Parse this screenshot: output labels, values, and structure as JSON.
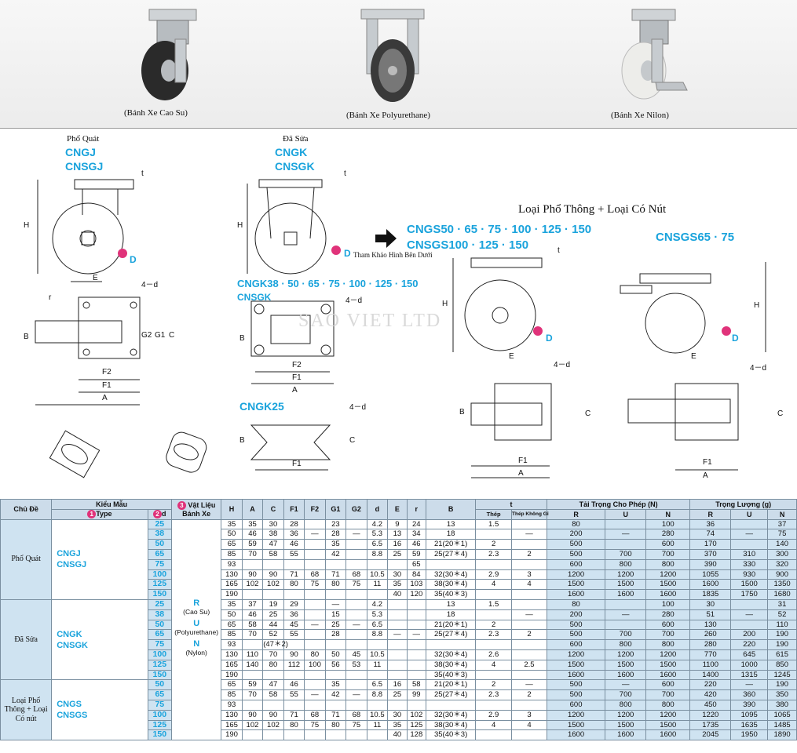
{
  "photos": [
    {
      "caption": "(Bánh Xe Cao Su)",
      "icon": "caster-rubber-photo"
    },
    {
      "caption": "(Bánh Xe Polyurethane)",
      "icon": "caster-polyurethane-photo"
    },
    {
      "caption": "(Bánh Xe Nilon)",
      "icon": "caster-nylon-photo"
    }
  ],
  "drawings": {
    "pho_quat_label": "Phổ Quát",
    "pho_quat_codes": [
      "CNGJ",
      "CNSGJ"
    ],
    "da_sua_label": "Đã Sửa",
    "da_sua_codes": [
      "CNGK",
      "CNSGK"
    ],
    "ref_note": "Tham Khảo Hình Bên Dưới",
    "cngk_series": "CNGK38 · 50 · 65 · 75 · 100 · 125 · 150",
    "cnsgk": "CNSGK",
    "cngk25": "CNGK25",
    "title": "Loại Phổ Thông + Loại Có Nút",
    "cngs_series": "CNGS50 · 65 · 75 · 100 · 125 · 150",
    "cnsgs_series": "CNSGS100 · 125 · 150",
    "cnsgs65": "CNSGS65 · 75",
    "watermark": "SAO VIET LTD",
    "dims": {
      "H": "H",
      "E": "E",
      "D": "D",
      "t": "t",
      "r": "r",
      "B": "B",
      "G1": "G1",
      "G2": "G2",
      "C": "C",
      "F1": "F1",
      "F2": "F2",
      "A": "A",
      "d": "4－d",
      "d2": "d"
    }
  },
  "table": {
    "headers": {
      "chu_de": "Chủ Đề",
      "kieu_mau": "Kiểu Mẫu",
      "type": "Type",
      "d": "d",
      "vat_lieu": "Vật Liệu Bánh Xe",
      "num1": "1",
      "num2": "2",
      "num3": "3",
      "H": "H",
      "A": "A",
      "C": "C",
      "F1": "F1",
      "F2": "F2",
      "G1": "G1",
      "G2": "G2",
      "E": "E",
      "r": "r",
      "B": "B",
      "t": "t",
      "thep": "Thép",
      "thep_khong_gi": "Thép Không Gỉ",
      "tai_trong": "Tải Trọng Cho Phép (N)",
      "R": "R",
      "U": "U",
      "N": "N",
      "trong_luong": "Trọng Lượng (g)"
    },
    "materials": {
      "R": "R",
      "R_name": "(Cao Su)",
      "U": "U",
      "U_name": "(Polyurethane)",
      "N": "N",
      "N_name": "(Nylon)"
    },
    "groups": [
      {
        "section": "Phổ Quát",
        "types": [
          "CNGJ",
          "CNSGJ"
        ],
        "rows": [
          [
            "25",
            "35",
            "35",
            "30",
            "28",
            "",
            "23",
            "",
            "4.2",
            "9",
            "24",
            "13",
            "1.5",
            "",
            "80",
            "",
            "100",
            "36",
            "",
            "37"
          ],
          [
            "38",
            "50",
            "46",
            "38",
            "36",
            "—",
            "28",
            "—",
            "5.3",
            "13",
            "34",
            "18",
            "",
            "—",
            "200",
            "—",
            "280",
            "74",
            "—",
            "75"
          ],
          [
            "50",
            "65",
            "59",
            "47",
            "46",
            "",
            "35",
            "",
            "6.5",
            "16",
            "46",
            "21(20＊1)",
            "2",
            "",
            "500",
            "",
            "600",
            "170",
            "",
            "140"
          ],
          [
            "65",
            "85",
            "70",
            "58",
            "55",
            "",
            "42",
            "",
            "8.8",
            "25",
            "59",
            "25(27＊4)",
            "2.3",
            "2",
            "500",
            "700",
            "700",
            "370",
            "310",
            "300"
          ],
          [
            "75",
            "93",
            "",
            "",
            "",
            "",
            "",
            "",
            "",
            "",
            "65",
            "",
            "",
            "",
            "600",
            "800",
            "800",
            "390",
            "330",
            "320"
          ],
          [
            "100",
            "130",
            "90",
            "90",
            "71",
            "68",
            "71",
            "68",
            "10.5",
            "30",
            "84",
            "32(30＊4)",
            "2.9",
            "3",
            "1200",
            "1200",
            "1200",
            "1055",
            "930",
            "900"
          ],
          [
            "125",
            "165",
            "102",
            "102",
            "80",
            "75",
            "80",
            "75",
            "11",
            "35",
            "103",
            "38(30＊4)",
            "4",
            "4",
            "1500",
            "1500",
            "1500",
            "1600",
            "1500",
            "1350"
          ],
          [
            "150",
            "190",
            "",
            "",
            "",
            "",
            "",
            "",
            "",
            "40",
            "120",
            "35(40＊3)",
            "",
            "",
            "1600",
            "1600",
            "1600",
            "1835",
            "1750",
            "1680"
          ]
        ]
      },
      {
        "section": "Đã Sửa",
        "types": [
          "CNGK",
          "CNSGK"
        ],
        "rows": [
          [
            "25",
            "35",
            "37",
            "19",
            "29",
            "",
            "—",
            "",
            "4.2",
            "",
            "",
            "13",
            "1.5",
            "",
            "80",
            "",
            "100",
            "30",
            "",
            "31"
          ],
          [
            "38",
            "50",
            "46",
            "25",
            "36",
            "",
            "15",
            "",
            "5.3",
            "",
            "",
            "18",
            "",
            "—",
            "200",
            "—",
            "280",
            "51",
            "—",
            "52"
          ],
          [
            "50",
            "65",
            "58",
            "44",
            "45",
            "—",
            "25",
            "—",
            "6.5",
            "",
            "",
            "21(20＊1)",
            "2",
            "",
            "500",
            "",
            "600",
            "130",
            "",
            "110"
          ],
          [
            "65",
            "85",
            "70",
            "52",
            "55",
            "",
            "28",
            "",
            "8.8",
            "—",
            "—",
            "25(27＊4)",
            "2.3",
            "2",
            "500",
            "700",
            "700",
            "260",
            "200",
            "190"
          ],
          [
            "75",
            "93",
            "",
            "(47＊2)",
            "",
            "",
            "",
            "",
            "",
            "",
            "",
            "",
            "",
            "",
            "600",
            "800",
            "800",
            "280",
            "220",
            "190"
          ],
          [
            "100",
            "130",
            "110",
            "70",
            "90",
            "80",
            "50",
            "45",
            "10.5",
            "",
            "",
            "32(30＊4)",
            "2.6",
            "",
            "1200",
            "1200",
            "1200",
            "770",
            "645",
            "615"
          ],
          [
            "125",
            "165",
            "140",
            "80",
            "112",
            "100",
            "56",
            "53",
            "11",
            "",
            "",
            "38(30＊4)",
            "4",
            "2.5",
            "1500",
            "1500",
            "1500",
            "1100",
            "1000",
            "850"
          ],
          [
            "150",
            "190",
            "",
            "",
            "",
            "",
            "",
            "",
            "",
            "",
            "",
            "35(40＊3)",
            "",
            "",
            "1600",
            "1600",
            "1600",
            "1400",
            "1315",
            "1245"
          ]
        ]
      },
      {
        "section": "Loại Phổ Thông + Loại Có nút",
        "types": [
          "CNGS",
          "CNSGS"
        ],
        "rows": [
          [
            "50",
            "65",
            "59",
            "47",
            "46",
            "",
            "35",
            "",
            "6.5",
            "16",
            "58",
            "21(20＊1)",
            "2",
            "—",
            "500",
            "—",
            "600",
            "220",
            "—",
            "190"
          ],
          [
            "65",
            "85",
            "70",
            "58",
            "55",
            "—",
            "42",
            "—",
            "8.8",
            "25",
            "99",
            "25(27＊4)",
            "2.3",
            "2",
            "500",
            "700",
            "700",
            "420",
            "360",
            "350"
          ],
          [
            "75",
            "93",
            "",
            "",
            "",
            "",
            "",
            "",
            "",
            "",
            "",
            "",
            "",
            "",
            "600",
            "800",
            "800",
            "450",
            "390",
            "380"
          ],
          [
            "100",
            "130",
            "90",
            "90",
            "71",
            "68",
            "71",
            "68",
            "10.5",
            "30",
            "102",
            "32(30＊4)",
            "2.9",
            "3",
            "1200",
            "1200",
            "1200",
            "1220",
            "1095",
            "1065"
          ],
          [
            "125",
            "165",
            "102",
            "102",
            "80",
            "75",
            "80",
            "75",
            "11",
            "35",
            "125",
            "38(30＊4)",
            "4",
            "4",
            "1500",
            "1500",
            "1500",
            "1735",
            "1635",
            "1485"
          ],
          [
            "150",
            "190",
            "",
            "",
            "",
            "",
            "",
            "",
            "",
            "40",
            "128",
            "35(40＊3)",
            "",
            "",
            "1600",
            "1600",
            "1600",
            "2045",
            "1950",
            "1890"
          ]
        ]
      }
    ]
  }
}
